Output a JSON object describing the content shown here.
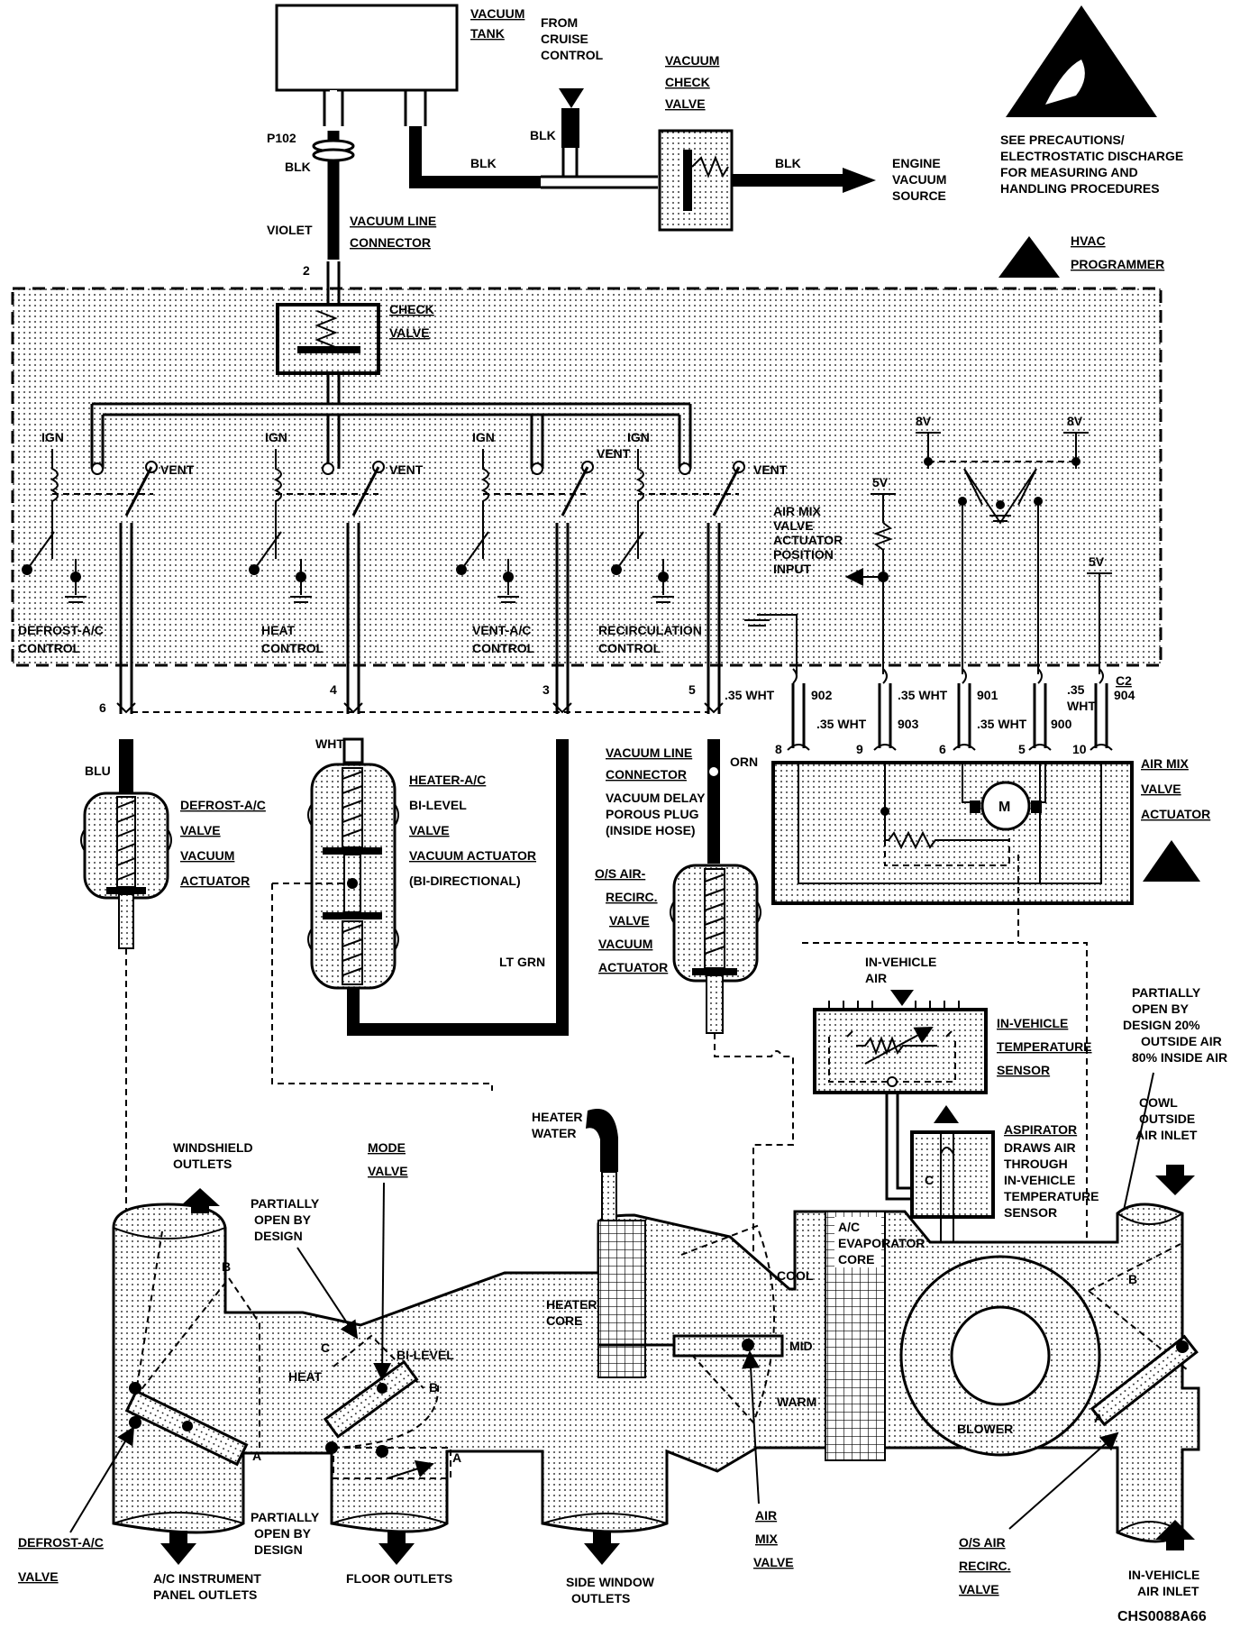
{
  "figure_id": "CHS0088A66",
  "vacuum_supply": {
    "vacuum_tank": [
      "VACUUM",
      "TANK"
    ],
    "from_cruise_control": [
      "FROM",
      "CRUISE",
      "CONTROL"
    ],
    "vacuum_check_valve": [
      "VACUUM",
      "CHECK",
      "VALVE"
    ],
    "engine_vacuum_source": [
      "ENGINE",
      "VACUUM",
      "SOURCE"
    ],
    "p102": "P102",
    "blk": "BLK",
    "violet": "VIOLET",
    "vacuum_line_connector": [
      "VACUUM LINE",
      "CONNECTOR"
    ],
    "pin_2": "2"
  },
  "esd_note": [
    "SEE PRECAUTIONS/",
    "ELECTROSTATIC DISCHARGE",
    "FOR MEASURING AND",
    "HANDLING PROCEDURES"
  ],
  "programmer": {
    "title": [
      "HVAC",
      "PROGRAMMER"
    ],
    "check_valve": [
      "CHECK",
      "VALVE"
    ],
    "ign": "IGN",
    "vent": "VENT",
    "controls": [
      [
        "DEFROST-A/C",
        "CONTROL"
      ],
      [
        "HEAT",
        "CONTROL"
      ],
      [
        "VENT-A/C",
        "CONTROL"
      ],
      [
        "RECIRCULATION",
        "CONTROL"
      ]
    ],
    "v8": "8V",
    "v5": "5V",
    "air_mix_position": [
      "AIR MIX",
      "VALVE",
      "ACTUATOR",
      "POSITION",
      "INPUT"
    ]
  },
  "connector": {
    "c2": "C2",
    "wires": [
      ".35 WHT",
      "902",
      ".35 WHT",
      "903",
      ".35 WHT",
      "901",
      ".35 WHT",
      "900",
      ".35",
      "WHT",
      "904"
    ],
    "pins": [
      "8",
      "9",
      "6",
      "5",
      "10"
    ],
    "air_mix_valve_actuator": [
      "AIR MIX",
      "VALVE",
      "ACTUATOR"
    ],
    "motor": "M"
  },
  "actuators": {
    "port_6": "6",
    "port_4": "4",
    "port_3": "3",
    "port_5": "5",
    "blu": "BLU",
    "wht": "WHT",
    "orn": "ORN",
    "lt_grn": "LT GRN",
    "defrost_ac_actuator": [
      "DEFROST-A/C",
      "VALVE",
      "VACUUM",
      "ACTUATOR"
    ],
    "heater_ac_bilevel": [
      "HEATER-A/C",
      "BI-LEVEL",
      "VALVE",
      "VACUUM ACTUATOR",
      "(BI-DIRECTIONAL)"
    ],
    "vacuum_line_connector": [
      "VACUUM LINE",
      "CONNECTOR"
    ],
    "vacuum_delay": [
      "VACUUM DELAY",
      "POROUS PLUG",
      "(INSIDE HOSE)"
    ],
    "os_air_recirc_actuator": [
      "O/S AIR-",
      "RECIRC.",
      "VALVE",
      "VACUUM",
      "ACTUATOR"
    ]
  },
  "sensors": {
    "in_vehicle_air": [
      "IN-VEHICLE",
      "AIR"
    ],
    "in_vehicle_temp_sensor": [
      "IN-VEHICLE",
      "TEMPERATURE",
      "SENSOR"
    ],
    "aspirator": [
      "ASPIRATOR",
      "DRAWS AIR",
      "THROUGH",
      "IN-VEHICLE",
      "TEMPERATURE",
      "SENSOR"
    ],
    "partially_open_20_80": [
      "PARTIALLY",
      "OPEN BY",
      "DESIGN 20%",
      "OUTSIDE AIR",
      "80% INSIDE AIR"
    ]
  },
  "ducts": {
    "windshield_outlets": [
      "WINDSHIELD",
      "OUTLETS"
    ],
    "mode_valve": [
      "MODE",
      "VALVE"
    ],
    "partially_open_top": [
      "PARTIALLY",
      "OPEN BY",
      "DESIGN"
    ],
    "partially_open_bottom": [
      "PARTIALLY",
      "OPEN BY",
      "DESIGN"
    ],
    "heat": "HEAT",
    "bi_level": "BI-LEVEL",
    "heater_water": [
      "HEATER",
      "WATER"
    ],
    "heater_core": [
      "HEATER",
      "CORE"
    ],
    "ac_evaporator_core": [
      "A/C",
      "EVAPORATOR",
      "CORE"
    ],
    "cool": "COOL",
    "mid": "MID",
    "warm": "WARM",
    "blower": "BLOWER",
    "cowl_outside_air_inlet": [
      "COWL",
      "OUTSIDE",
      "AIR INLET"
    ],
    "defrost_ac_valve": [
      "DEFROST-A/C",
      "VALVE"
    ],
    "ac_instrument_panel_outlets": [
      "A/C INSTRUMENT",
      "PANEL OUTLETS"
    ],
    "floor_outlets": "FLOOR OUTLETS",
    "side_window_outlets": [
      "SIDE WINDOW",
      "OUTLETS"
    ],
    "air_mix_valve": [
      "AIR",
      "MIX",
      "VALVE"
    ],
    "os_air_recirc_valve": [
      "O/S AIR",
      "RECIRC.",
      "VALVE"
    ],
    "in_vehicle_air_inlet": [
      "IN-VEHICLE",
      "AIR INLET"
    ],
    "letter_a": "A",
    "letter_b": "B",
    "letter_c": "C"
  }
}
